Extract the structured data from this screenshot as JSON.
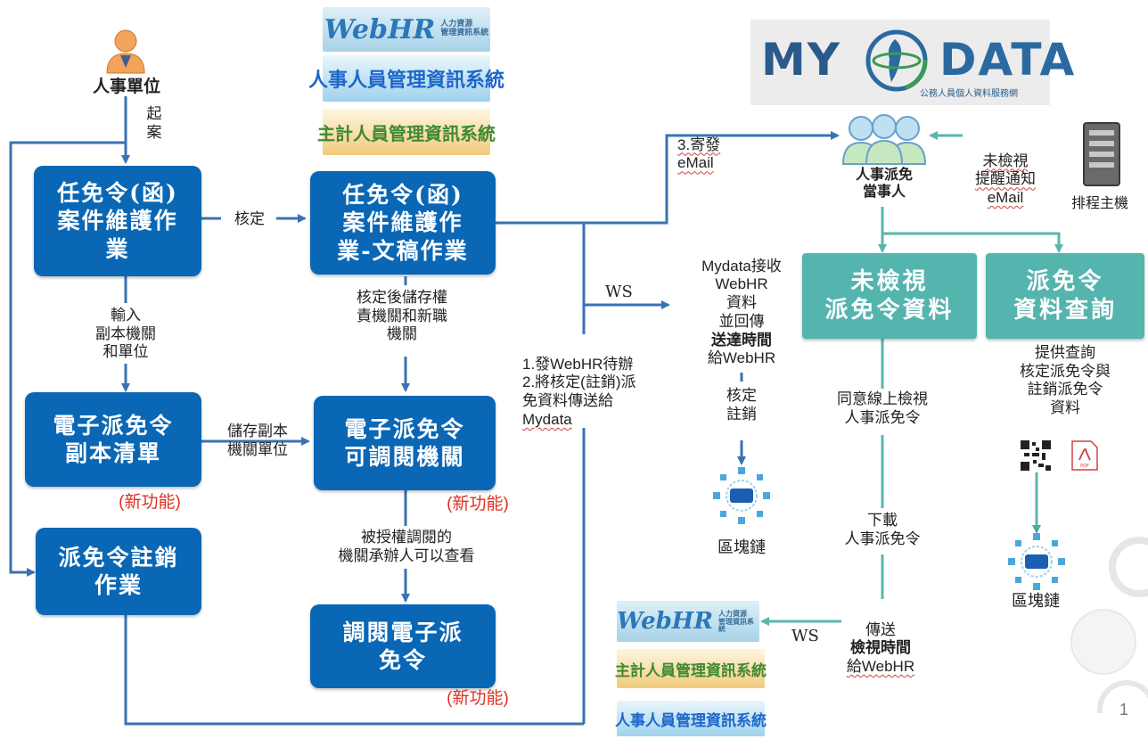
{
  "actors": {
    "personnel_unit": "人事單位",
    "party": "人事派免\n當事人",
    "scheduler": "排程主機"
  },
  "logos": {
    "webhr": "WebHR",
    "webhr_sub": "人力資源\n管理資訊系統",
    "personnel_system": "人事人員管理資訊系統",
    "accounting_system": "主計人員管理資訊系統",
    "mydata_left": "MY",
    "mydata_right": "DATA",
    "mydata_caption": "公務人員個人資料服務網"
  },
  "boxes": {
    "case_maint": "任免令(函)\n案件維護作\n業",
    "case_doc": "任免令(函)\n案件維護作\n業-文稿作業",
    "copy_list": "電子派免令\n副本清單",
    "accessible_org": "電子派免令\n可調閱機關",
    "cancel_op": "派免令註銷\n作業",
    "view_order": "調閱電子派\n免令",
    "unviewed": "未檢視\n派免令資料",
    "query": "派免令\n資料查詢"
  },
  "labels": {
    "initiate": "起\n案",
    "approve": "核定",
    "input_copy": "輸入\n副本機關\n和單位",
    "save_after": "核定後儲存權\n責機關和新職\n機關",
    "save_copy": "儲存副本\n機關單位",
    "new_feature": "(新功能)",
    "authorized": "被授權調閱的\n機關承辦人可以查看",
    "send_email": "3.寄發\neMail",
    "ws": "WS",
    "webhr_todo_1": "1.發WebHR待辦",
    "webhr_todo_2": "2.將核定(註銷)派\n免資料傳送給",
    "webhr_todo_3": "Mydata",
    "mydata_receive_1": "Mydata接收\nWebHR\n資料\n並回傳",
    "mydata_receive_2": "送達時間",
    "mydata_receive_3": "給WebHR",
    "approve_cancel": "核定\n註銷",
    "blockchain": "區塊鏈",
    "reminder": "未檢視\n提醒通知\neMail",
    "agree_view": "同意線上檢視\n人事派免令",
    "download": "下載\n人事派免令",
    "send_view_1": "傳送",
    "send_view_2": "檢視時間",
    "send_view_3": "給WebHR",
    "provide_query": "提供查詢\n核定派免令與\n註銷派免令\n資料",
    "page_number": "1"
  },
  "icons": {
    "person": "person-icon",
    "people": "people-group-icon",
    "server": "server-icon",
    "qr": "qr-code-icon",
    "pdf": "pdf-icon",
    "blockchain": "blockchain-icon"
  },
  "colors": {
    "box_blue": "#0a67b5",
    "box_teal": "#54b4ae",
    "arrow_blue": "#3a72b4",
    "arrow_teal": "#5bb5ad",
    "new_red": "#e03020"
  }
}
